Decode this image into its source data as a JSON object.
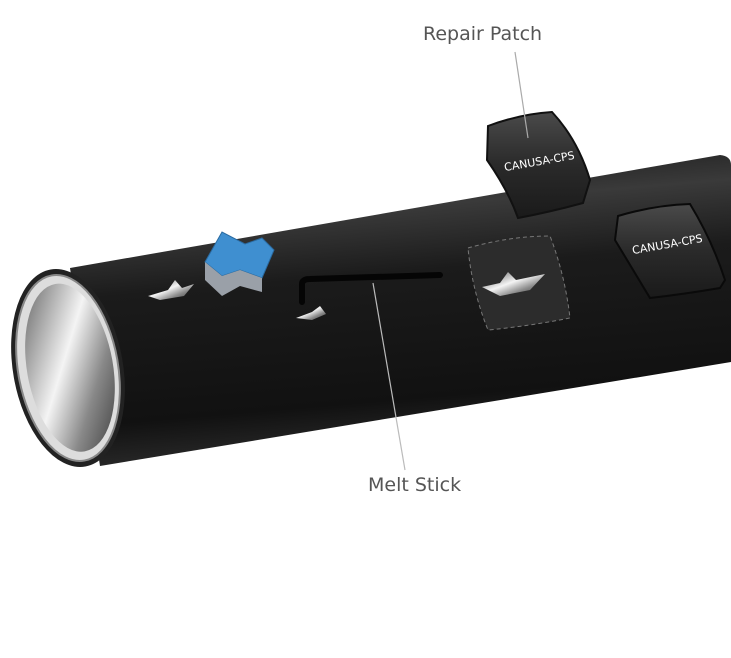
{
  "labels": {
    "repair_patch": "Repair Patch",
    "melt_stick": "Melt Stick"
  },
  "patch_brand": "CANUSA-CPS",
  "colors": {
    "pipe": "#1a1a1a",
    "sponge": "#3f8fd0",
    "leader_line": "#999999"
  }
}
